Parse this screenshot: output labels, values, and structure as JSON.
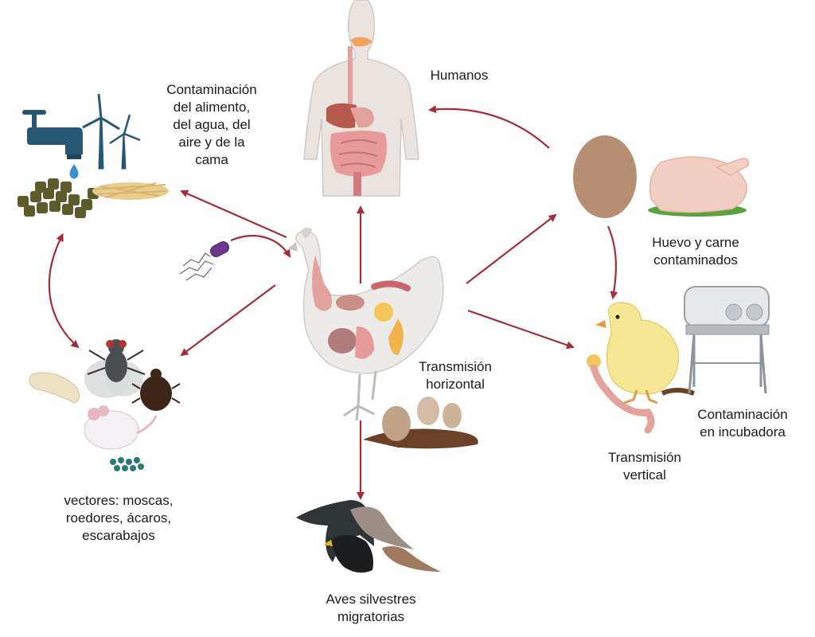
{
  "labels": {
    "humans": "Humanos",
    "contamination": "Contaminación\ndel alimento,\ndel agua, del\naire y de la\ncama",
    "egg_meat": "Huevo y carne\ncontaminados",
    "horizontal": "Transmisión\nhorizontal",
    "incubator": "Contaminación\nen incubadora",
    "vertical": "Transmisión\nvertical",
    "vectors": "vectores: moscas,\nroedores, ácaros,\nescarabajos",
    "wild_birds": "Aves silvestres\nmigratorias"
  },
  "colors": {
    "arrow": "#a32e3a",
    "skin": "#e9e4e0",
    "egg": "#b68f72",
    "chick": "#f6e795",
    "meat": "#f3cfc3",
    "feed": "#5d5a2c",
    "straw": "#d9b56d",
    "faucet": "#275873",
    "organ": "#e3a39c"
  },
  "icons": [
    "faucet-icon",
    "wind-turbine-icon",
    "water-drop-icon",
    "feed-pellets-icon",
    "straw-icon",
    "human-body-icon",
    "hen-icon",
    "bacteria-icon",
    "egg-icon",
    "roast-chicken-icon",
    "chick-icon",
    "incubator-icon",
    "fly-icon",
    "larva-icon",
    "beetle-icon",
    "mouse-icon",
    "mite-icon",
    "wild-birds-icon",
    "dirty-eggs-icon"
  ]
}
